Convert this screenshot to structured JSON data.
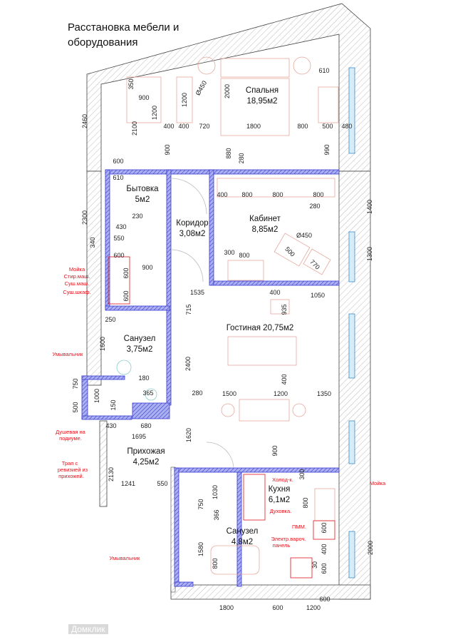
{
  "title": {
    "line1": "Расстановка мебели и",
    "line2": "оборудования"
  },
  "rooms": [
    {
      "name": "Спальня",
      "area": "18,95м2"
    },
    {
      "name": "Бытовка",
      "area": "5м2"
    },
    {
      "name": "Коридор",
      "area": "3,08м2"
    },
    {
      "name": "Кабинет",
      "area": "8,85м2"
    },
    {
      "name": "Гостиная 20,75м2",
      "area": ""
    },
    {
      "name": "Санузел",
      "area": "3,75м2"
    },
    {
      "name": "Прихожая",
      "area": "4,25м2"
    },
    {
      "name": "Санузел",
      "area": "4,8м2"
    },
    {
      "name": "Кухня",
      "area": "6,1м2"
    }
  ],
  "dimensions": [
    "610",
    "350",
    "900",
    "Ø450",
    "1200",
    "1200",
    "2000",
    "2460",
    "2100",
    "400",
    "400",
    "720",
    "1800",
    "800",
    "500",
    "480",
    "900",
    "880",
    "280",
    "990",
    "600",
    "610",
    "2300",
    "230",
    "430",
    "340",
    "550",
    "600",
    "900",
    "600",
    "600",
    "400",
    "800",
    "800",
    "800",
    "280",
    "1400",
    "Ø450",
    "300",
    "800",
    "500",
    "770",
    "1300",
    "1535",
    "715",
    "400",
    "1050",
    "935",
    "250",
    "1600",
    "2400",
    "400",
    "180",
    "750",
    "1000",
    "365",
    "280",
    "1500",
    "1200",
    "1350",
    "500",
    "150",
    "430",
    "680",
    "1695",
    "1620",
    "900",
    "2130",
    "300",
    "1241",
    "550",
    "1030",
    "800",
    "750",
    "366",
    "600",
    "1580",
    "400",
    "2000",
    "800",
    "30",
    "600",
    "600",
    "1800",
    "600",
    "1200"
  ],
  "annotations": [
    "Мойка",
    "Стир.маш.",
    "Суш.маш.",
    "Суш.шкаф.",
    "Умывальник",
    "Душевая на",
    "подиуме.",
    "Трап с",
    "ревизией из",
    "прихожей.",
    "Умывальник",
    "Холод-к.",
    "Духовка.",
    "ПММ.",
    "Электр.вароч.",
    "панель",
    "Мойка"
  ],
  "watermark": "Домклик",
  "colors": {
    "wall": "#3b3bd0",
    "furniture": "#e6a79a",
    "annotation": "#e0141e"
  }
}
